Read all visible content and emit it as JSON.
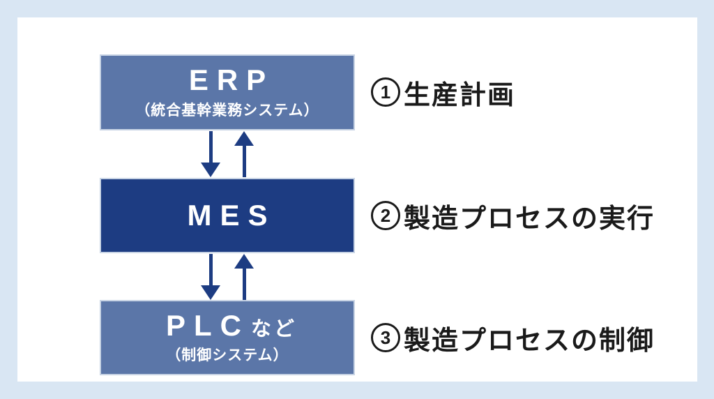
{
  "diagram": {
    "boxes": [
      {
        "id": "erp",
        "title": "ERP",
        "subtitle": "（統合基幹業務システム）"
      },
      {
        "id": "mes",
        "title": "MES"
      },
      {
        "id": "plc",
        "title": "PLC",
        "title_suffix": "など",
        "subtitle": "（制御システム）"
      }
    ],
    "annotations": [
      {
        "num": "1",
        "text": "生産計画"
      },
      {
        "num": "2",
        "text": "製造プロセスの実行"
      },
      {
        "num": "3",
        "text": "製造プロセスの制御"
      }
    ],
    "arrows": [
      {
        "from": "ERP",
        "to": "MES",
        "direction": "both"
      },
      {
        "from": "MES",
        "to": "PLC",
        "direction": "both"
      }
    ],
    "colors": {
      "background": "#d9e6f3",
      "panel": "#ffffff",
      "box_light": "#5b76a8",
      "box_dark": "#1d3c82",
      "box_border": "#c7d3e4",
      "arrow": "#1d3c82",
      "text_dark": "#1a1a1a",
      "text_light": "#ffffff"
    }
  }
}
